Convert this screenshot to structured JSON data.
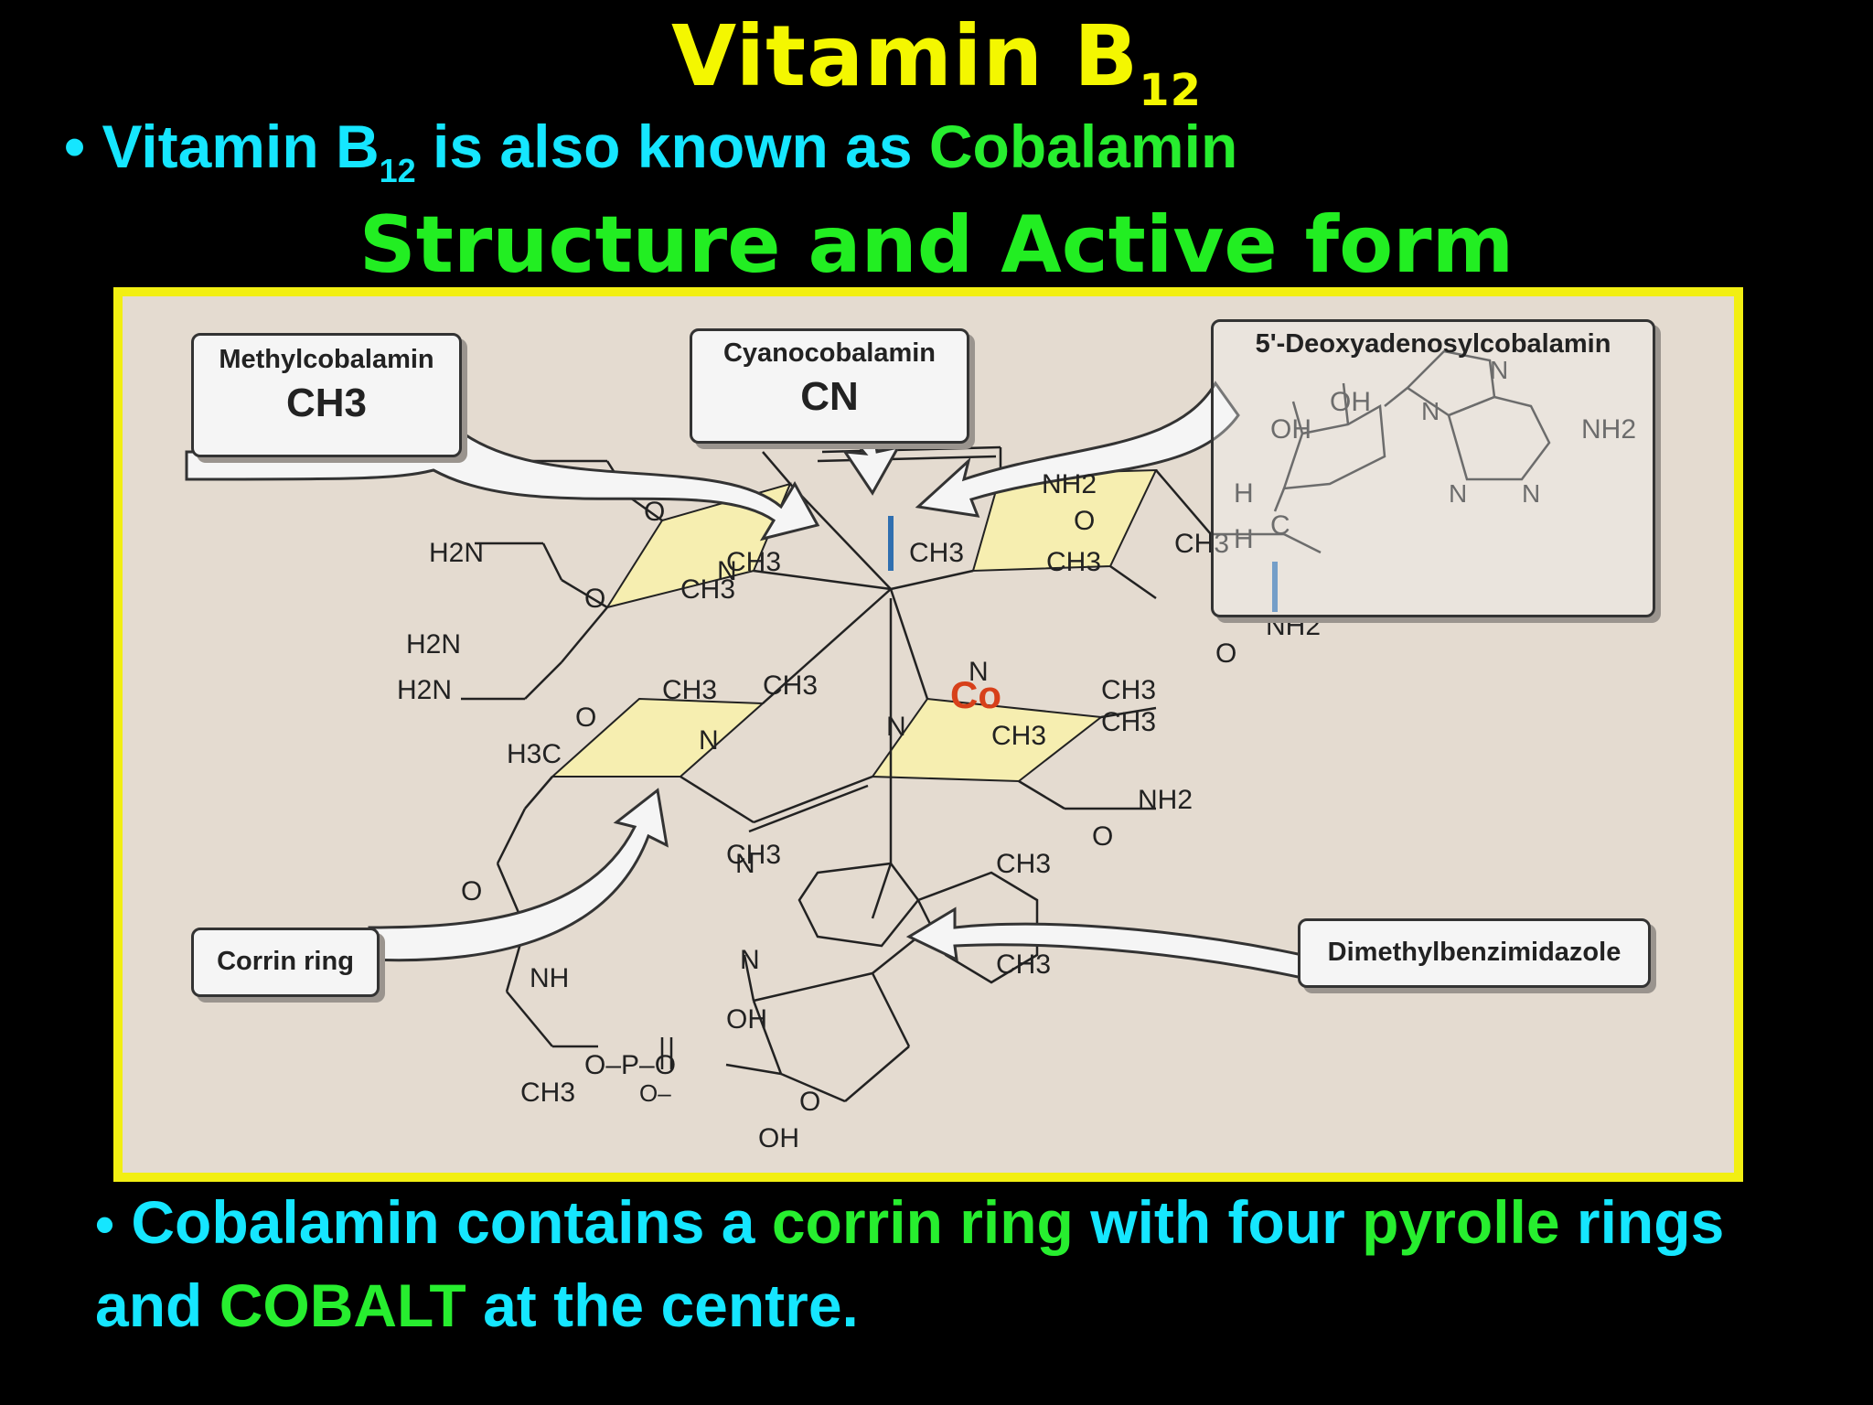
{
  "title": {
    "text": "Vitamin B",
    "sub": "12"
  },
  "bullet1": {
    "bullet": "•",
    "pre": "Vitamin B",
    "sub": "12",
    "mid": " is also known as ",
    "highlight": "Cobalamin"
  },
  "subtitle": "Structure and Active form",
  "figure": {
    "callouts": {
      "methyl": {
        "label": "Methylcobalamin",
        "group": "CH3"
      },
      "cyano": {
        "label": "Cyanocobalamin",
        "group": "CN"
      },
      "deoxy": {
        "label": "5'-Deoxyadenosylcobalamin"
      },
      "corrin": {
        "label": "Corrin ring"
      },
      "dmb": {
        "label": "Dimethylbenzimidazole"
      }
    },
    "atoms": {
      "co": "Co",
      "ch3": "CH3",
      "h2n": "H2N",
      "nh2": "NH2",
      "n": "N",
      "o": "O",
      "oh": "OH",
      "nh": "NH",
      "h3c": "H3C",
      "h": "H",
      "c": "C",
      "phosphate": "O–P–O",
      "ominus": "O–"
    }
  },
  "bottom": {
    "bullet": "•",
    "parts": [
      {
        "text": " Cobalamin contains a ",
        "color": "#15e6ff"
      },
      {
        "text": "corrin ring",
        "color": "#27ee2f"
      },
      {
        "text": " with four ",
        "color": "#15e6ff"
      },
      {
        "text": "pyrolle",
        "color": "#27ee2f"
      },
      {
        "text": " rings and ",
        "color": "#15e6ff"
      },
      {
        "text": "COBALT",
        "color": "#27ee2f"
      },
      {
        "text": " at the centre.",
        "color": "#15e6ff"
      }
    ]
  },
  "colors": {
    "title": "#f4f700",
    "cyan": "#15e6ff",
    "green": "#27ee2f",
    "border": "#f2ef12",
    "cobalt": "#d7401a",
    "bond_blue": "#2f6fb0"
  }
}
